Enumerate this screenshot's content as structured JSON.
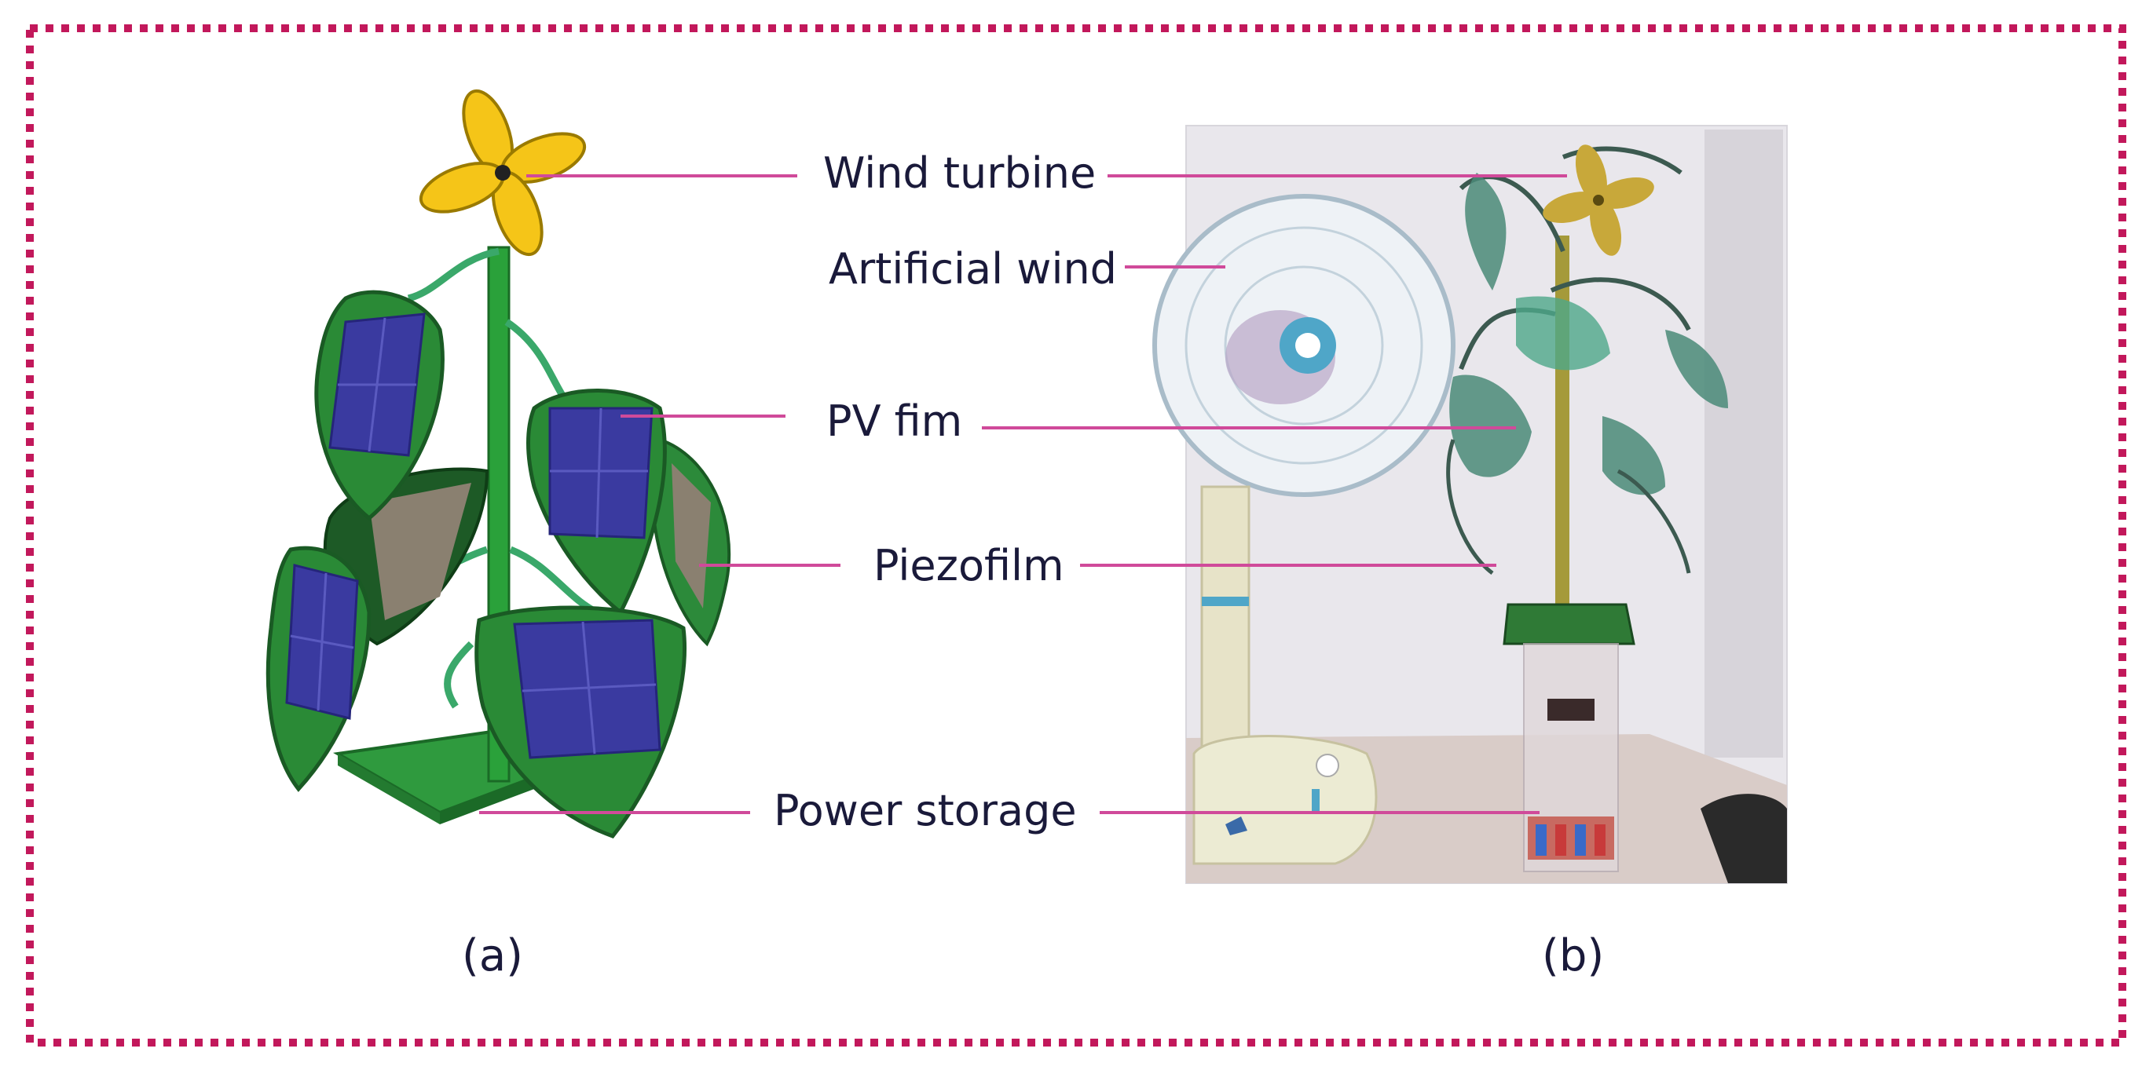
{
  "labels": {
    "wind_turbine": "Wind turbine",
    "artificial_wind": "Artificial wind",
    "pv_film": "PV fim",
    "piezofilm": "Piezofilm",
    "power_storage": "Power storage"
  },
  "captions": {
    "a": "(a)",
    "b": "(b)"
  },
  "colors": {
    "border": "#c2185b",
    "leader_line": "#d04a9a",
    "leaf_green": "#1f7a2e",
    "pv_panel": "#3a3aa0",
    "piezo_film": "#8a8070",
    "turbine_yellow": "#f5c518"
  }
}
